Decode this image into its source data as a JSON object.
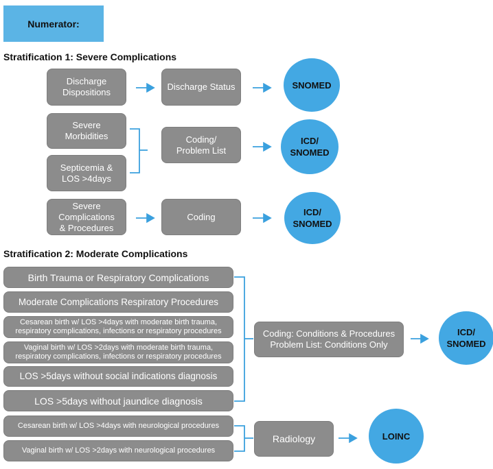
{
  "header": {
    "label": "Numerator:"
  },
  "strat1": {
    "title": "Stratification 1: Severe Complications",
    "rows": [
      {
        "source": "Discharge\nDispositions",
        "target": "Discharge Status",
        "code": "SNOMED"
      },
      {
        "sources": [
          "Severe\nMorbidities",
          "Septicemia &\nLOS >4days"
        ],
        "target": "Coding/\nProblem List",
        "code": "ICD/\nSNOMED"
      },
      {
        "source": "Severe\nComplications\n& Procedures",
        "target": "Coding",
        "code": "ICD/\nSNOMED"
      }
    ]
  },
  "strat2": {
    "title": "Stratification 2: Moderate Complications",
    "group1_items": [
      "Birth Trauma or Respiratory Complications",
      "Moderate Complications Respiratory Procedures",
      "Cesarean birth w/ LOS >4days with moderate birth trauma,\nrespiratory complications, infections or respiratory procedures",
      "Vaginal birth w/ LOS >2days with moderate birth trauma,\nrespiratory complications, infections or respiratory procedures",
      "LOS >5days without social indications diagnosis",
      "LOS >5days without jaundice diagnosis"
    ],
    "group1_target": "Coding: Conditions & Procedures\nProblem List: Conditions Only",
    "group1_code": "ICD/\nSNOMED",
    "group2_items": [
      "Cesarean birth w/ LOS >4days with neurological procedures",
      "Vaginal birth w/ LOS >2days with neurological procedures"
    ],
    "group2_target": "Radiology",
    "group2_code": "LOINC"
  },
  "colors": {
    "header": "#5bb4e5",
    "box": "#8c8c8c",
    "circle": "#43a8e3",
    "connector": "#3aa0de"
  }
}
